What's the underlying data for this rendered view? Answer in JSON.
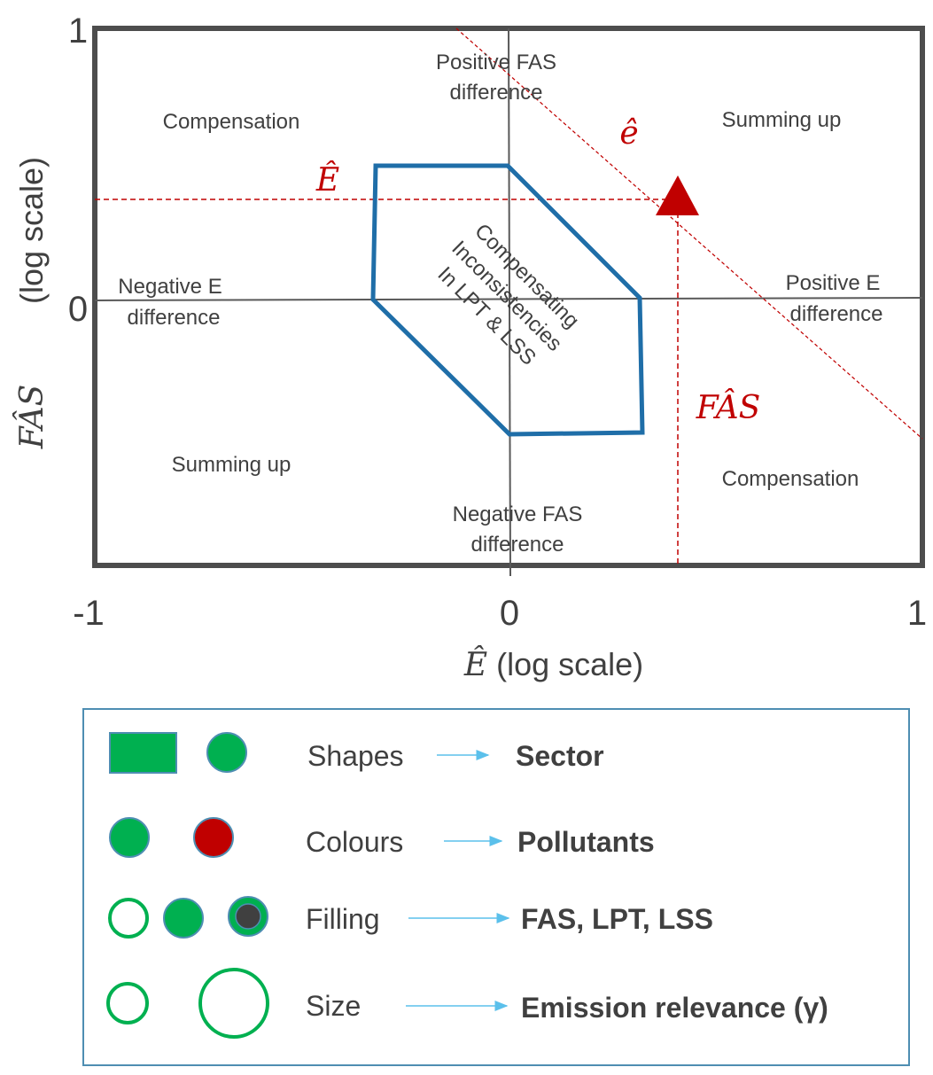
{
  "chart_data": {
    "type": "diagram",
    "title": "",
    "x_axis": {
      "label_symbol": "Ê",
      "label_suffix": " (log scale)",
      "range": [
        -1,
        1
      ],
      "ticks": [
        "-1",
        "0",
        "1"
      ]
    },
    "y_axis": {
      "label_symbol": "FÂS",
      "label_suffix": "(log scale)",
      "range": [
        -1,
        1
      ],
      "ticks": [
        "0",
        "1"
      ]
    },
    "regions": {
      "top_left": "Compensation",
      "top_right": "Summing up",
      "bottom_left": "Summing up",
      "bottom_right": "Compensation",
      "top_axis": [
        "Positive FAS",
        "difference"
      ],
      "bottom_axis": [
        "Negative FAS",
        "difference"
      ],
      "left_axis": [
        "Negative E",
        "difference"
      ],
      "right_axis": [
        "Positive E",
        "difference"
      ],
      "center": [
        "Compensating",
        "Inconsistencies",
        "In LPT & LSS"
      ]
    },
    "center_polygon": {
      "description": "Compensating inconsistencies region",
      "vertices": [
        [
          -0.32,
          0.5
        ],
        [
          0.0,
          0.5
        ],
        [
          0.32,
          0.01
        ],
        [
          0.33,
          -0.5
        ],
        [
          0.0,
          -0.5
        ],
        [
          -0.33,
          0.01
        ]
      ],
      "color": "#1f6ea8"
    },
    "reference_point": {
      "shape": "triangle",
      "x": 0.41,
      "y": 0.37,
      "color": "#c00000"
    },
    "annotations": {
      "E_hat_label": "Ê",
      "e_hat_label": "ê",
      "FAS_hat_label": "FÂS"
    },
    "diagonal_line": {
      "label": "ê",
      "from": [
        -0.03,
        1.0
      ],
      "to": [
        1.0,
        -0.5
      ]
    }
  },
  "legend": {
    "rows": [
      {
        "label": "Shapes",
        "meaning": "Sector"
      },
      {
        "label": "Colours",
        "meaning": "Pollutants"
      },
      {
        "label": "Filling",
        "meaning": "FAS, LPT, LSS"
      },
      {
        "label": "Size",
        "meaning": "Emission relevance (γ)"
      }
    ],
    "colors": {
      "green": "#00b050",
      "red": "#c00000",
      "dark_grey": "#404040",
      "border_blue": "#5b9bd5",
      "arrow_blue": "#5bc0eb"
    }
  }
}
